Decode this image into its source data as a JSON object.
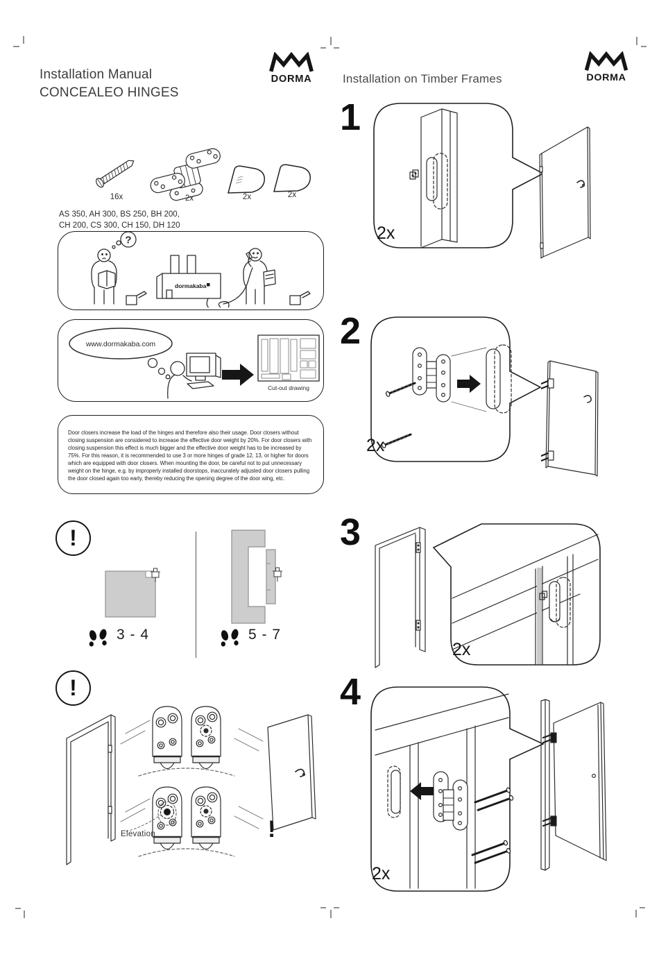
{
  "header": {
    "title_line1": "Installation Manual",
    "title_line2": "CONCEALEO HINGES",
    "brand": "DORMA",
    "section_title": "Installation on Timber Frames"
  },
  "parts": {
    "screw_qty": "16x",
    "hinge_qty": "2x",
    "cover_logo_qty": "2x",
    "cover_plain_qty": "2x"
  },
  "models": {
    "line1": "AS 350, AH 300, BS 250, BH 200,",
    "line2": "CH 200, CS 300, CH 150, DH 120"
  },
  "help_box": {
    "question_mark": "?",
    "factory_label": "dormakaba"
  },
  "web_box": {
    "url": "www.dormakaba.com",
    "caption": "Cut-out drawing"
  },
  "door_closer_notice": "Door closers increase the load of the hinges and therefore also their usage. Door closers without closing suspension are considered to increase the effective door weight by 20%. For door closers with closing suspension this effect is much bigger and the effective door weight has to be increased by 75%. For this reason, it is recommended to use 3 or more hinges of grade 12, 13, or higher for doors which are equipped with door closers. When mounting the door, be careful not to put unnecessary weight on the hinge, e.g. by improperly installed doorstops, inaccurately adjusted door closers pulling the door closed again too early, thereby reducing the opening degree of the door wing, etc.",
  "hinge_count": {
    "left_range": "3 - 4",
    "right_range": "5 - 7"
  },
  "warning": {
    "mark": "!"
  },
  "alignment": {
    "elevation_label": "Elevation"
  },
  "steps": [
    {
      "number": "1",
      "qty": "2x"
    },
    {
      "number": "2",
      "qty": "2x"
    },
    {
      "number": "3",
      "qty": "2x"
    },
    {
      "number": "4",
      "qty": "2x"
    }
  ]
}
